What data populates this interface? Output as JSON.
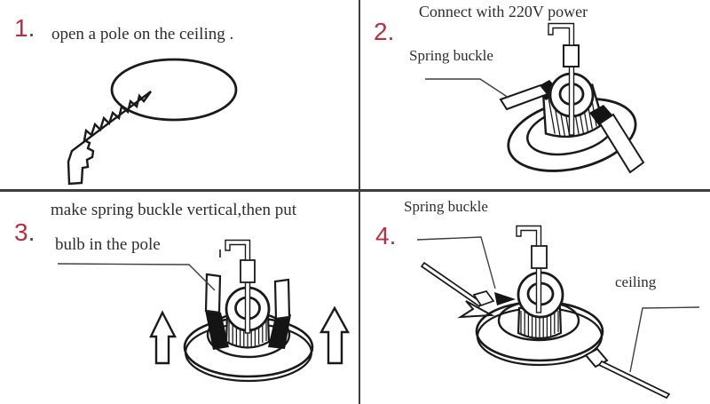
{
  "colors": {
    "bg": "#ffffff",
    "ink": "#1a1a1a",
    "text": "#2d2d2d",
    "red": "#b23142",
    "dot": "#4a4a4a",
    "divider": "#3d3d3d",
    "leader": "#3f3f3f"
  },
  "panels": {
    "p1": {
      "number": "1",
      "dot": ".",
      "caption": "open a pole on the ceiling .",
      "drawing": "saw-cutting-oval-hole-in-ceiling"
    },
    "p2": {
      "number": "2",
      "dot": ".",
      "caption": "Connect with 220V power",
      "label_spring_buckle": "Spring buckle",
      "drawing": "downlight-tilted-with-spring-buckles-and-power-cord"
    },
    "p3": {
      "number": "3",
      "dot": ".",
      "caption_line1": "make spring buckle vertical,then put",
      "caption_line2": "bulb in the pole",
      "drawing": "downlight-front-view-vertical-buckles-two-up-arrows"
    },
    "p4": {
      "number": "4",
      "dot": ".",
      "label_spring_buckle": "Spring buckle",
      "label_ceiling": "ceiling",
      "drawing": "downlight-installed-through-ceiling-panel"
    }
  }
}
